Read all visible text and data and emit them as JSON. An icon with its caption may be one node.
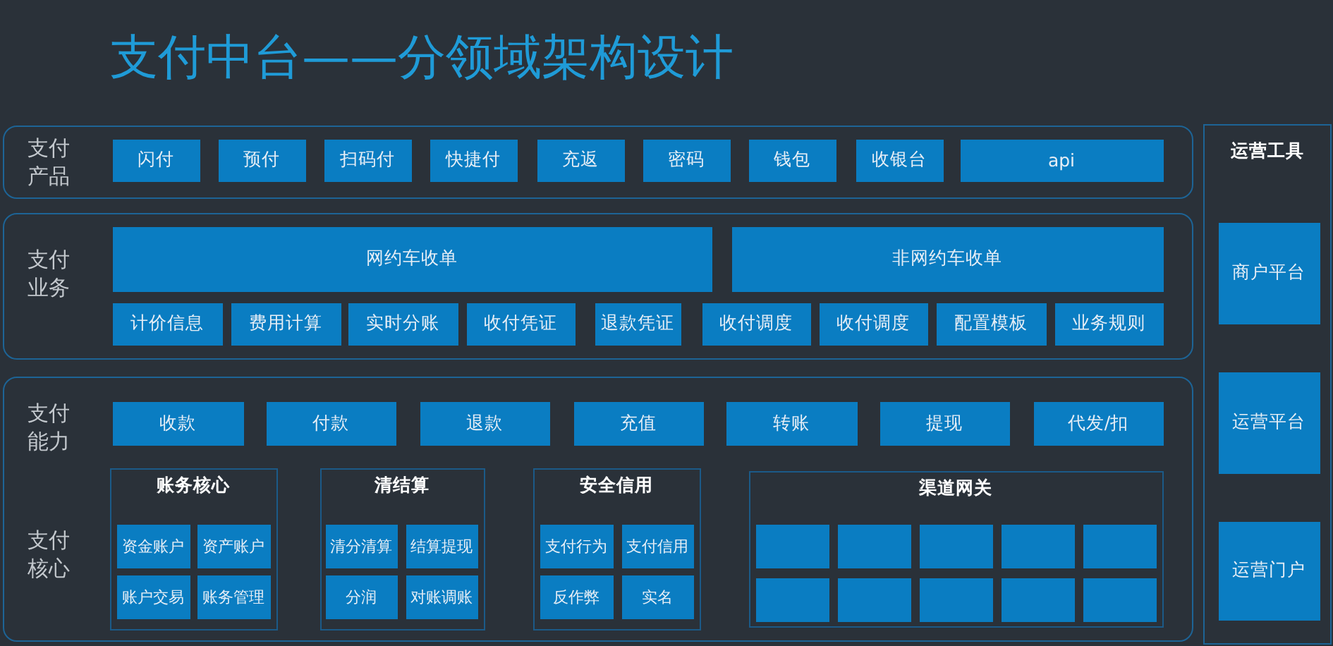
{
  "diagram": {
    "title": "支付中台——分领域架构设计",
    "nodes": [
      {
        "text": [
          "支付产品"
        ]
      },
      {
        "text": [
          "闪付"
        ],
        "in": 0
      },
      {
        "text": [
          "预付"
        ],
        "in": 0
      },
      {
        "text": [
          "扫码付"
        ],
        "in": 0
      },
      {
        "text": [
          "快捷付"
        ],
        "in": 0
      },
      {
        "text": [
          "充返"
        ],
        "in": 0
      },
      {
        "text": [
          "密码"
        ],
        "in": 0
      },
      {
        "text": [
          "钱包"
        ],
        "in": 0
      },
      {
        "text": [
          "收银台"
        ],
        "in": 0
      },
      {
        "text": [
          "api"
        ],
        "in": 0
      },
      {
        "text": [
          "支付业务"
        ]
      },
      {
        "text": [
          "网约车收单"
        ],
        "in": 10
      },
      {
        "text": [
          "非网约车收单"
        ],
        "in": 10
      },
      {
        "text": [
          "计价信息"
        ],
        "in": 10
      },
      {
        "text": [
          "费用计算"
        ],
        "in": 10
      },
      {
        "text": [
          "实时分账"
        ],
        "in": 10
      },
      {
        "text": [
          "收付凭证"
        ],
        "in": 10
      },
      {
        "text": [
          "退款凭证"
        ],
        "in": 10
      },
      {
        "text": [
          "收付调度"
        ],
        "in": 10
      },
      {
        "text": [
          "收付调度"
        ],
        "in": 10
      },
      {
        "text": [
          "配置模板"
        ],
        "in": 10
      },
      {
        "text": [
          "业务规则"
        ],
        "in": 10
      },
      {
        "text": [
          "支付能力",
          "支付核心"
        ]
      },
      {
        "text": [
          "收款"
        ],
        "in": 22
      },
      {
        "text": [
          "付款"
        ],
        "in": 22
      },
      {
        "text": [
          "退款"
        ],
        "in": 22
      },
      {
        "text": [
          "充值"
        ],
        "in": 22
      },
      {
        "text": [
          "转账"
        ],
        "in": 22
      },
      {
        "text": [
          "提现"
        ],
        "in": 22
      },
      {
        "text": [
          "代发/扣"
        ],
        "in": 22
      },
      {
        "text": [
          "账务核心"
        ],
        "in": 22
      },
      {
        "text": [
          "资金账户"
        ],
        "in": 30
      },
      {
        "text": [
          "资产账户"
        ],
        "in": 30
      },
      {
        "text": [
          "账户交易"
        ],
        "in": 30
      },
      {
        "text": [
          "账务管理"
        ],
        "in": 30
      },
      {
        "text": [
          "清结算"
        ],
        "in": 22
      },
      {
        "text": [
          "清分清算"
        ],
        "in": 35
      },
      {
        "text": [
          "结算提现"
        ],
        "in": 35
      },
      {
        "text": [
          "分润"
        ],
        "in": 35
      },
      {
        "text": [
          "对账调账"
        ],
        "in": 35
      },
      {
        "text": [
          "安全信用"
        ],
        "in": 22
      },
      {
        "text": [
          "支付行为"
        ],
        "in": 40
      },
      {
        "text": [
          "支付信用"
        ],
        "in": 40
      },
      {
        "text": [
          "反作弊"
        ],
        "in": 40
      },
      {
        "text": [
          "实名"
        ],
        "in": 40
      },
      {
        "text": [
          "渠道网关"
        ],
        "in": 22
      },
      {
        "text": [],
        "shape": "box",
        "in": 45
      },
      {
        "text": [],
        "shape": "box",
        "in": 45
      },
      {
        "text": [],
        "shape": "box",
        "in": 45
      },
      {
        "text": [],
        "shape": "box",
        "in": 45
      },
      {
        "text": [],
        "shape": "box",
        "in": 45
      },
      {
        "text": [],
        "shape": "box",
        "in": 45
      },
      {
        "text": [],
        "shape": "box",
        "in": 45
      },
      {
        "text": [],
        "shape": "box",
        "in": 45
      },
      {
        "text": [],
        "shape": "box",
        "in": 45
      },
      {
        "text": [],
        "shape": "box",
        "in": 45
      },
      {
        "text": [
          "运营工具"
        ]
      },
      {
        "text": [
          "商户平台"
        ],
        "in": 56
      },
      {
        "text": [
          "运营平台"
        ],
        "in": 56
      },
      {
        "text": [
          "运营门户"
        ],
        "in": 56
      }
    ]
  }
}
